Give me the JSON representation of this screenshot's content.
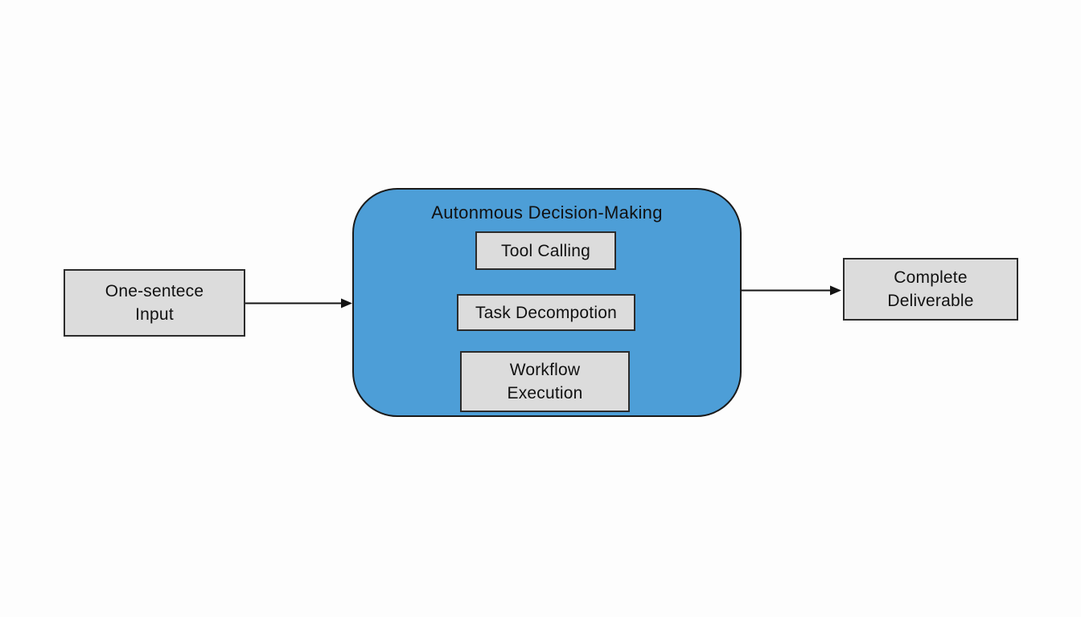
{
  "container": {
    "title": "Autonmous Decision-Making"
  },
  "nodes": {
    "input": {
      "lines": [
        "One-sentece",
        "Input"
      ]
    },
    "tool_calling": {
      "label": "Tool Calling"
    },
    "task_decompotion": {
      "label": "Task Decompotion"
    },
    "workflow_execution": {
      "lines": [
        "Workflow",
        "Execution"
      ]
    },
    "deliverable": {
      "lines": [
        "Complete",
        "Deliverable"
      ]
    }
  },
  "colors": {
    "background": "#fdfdfd",
    "container_fill": "#4d9ed7",
    "container_border": "#1a1a1a",
    "node_fill": "#dcdcdc",
    "node_border": "#2b2b2b",
    "arrow": "#141414",
    "text": "#111111"
  }
}
